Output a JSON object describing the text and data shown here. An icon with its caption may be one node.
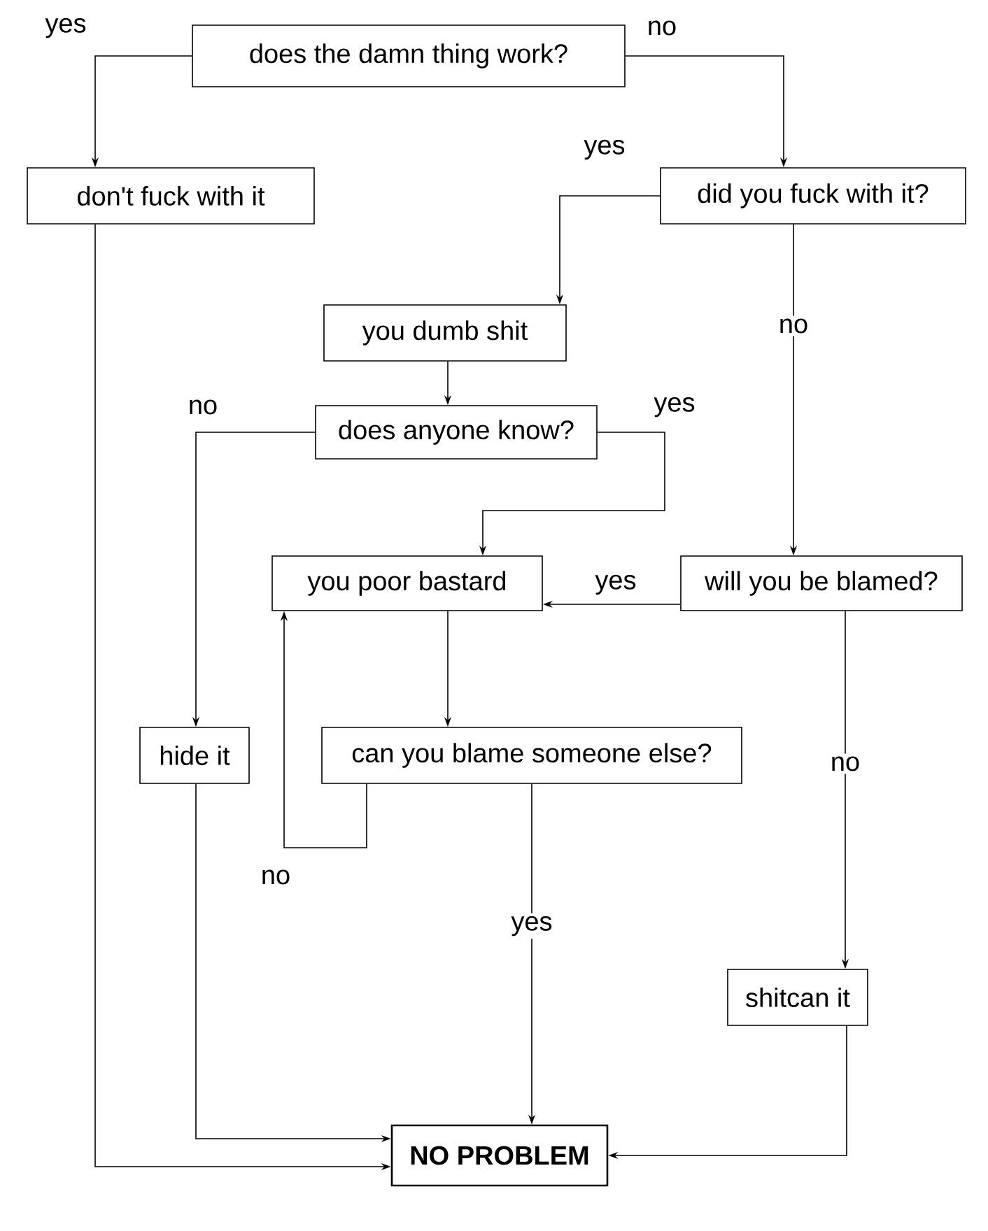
{
  "diagram": {
    "nodes": [
      {
        "text": [
          "does the damn thing work?"
        ]
      },
      {
        "text": [
          "don't fuck with it"
        ]
      },
      {
        "text": [
          "did you fuck with it?"
        ]
      },
      {
        "text": [
          "you dumb shit"
        ]
      },
      {
        "text": [
          "does anyone know?"
        ]
      },
      {
        "text": [
          "you poor bastard"
        ]
      },
      {
        "text": [
          "will you be blamed?"
        ]
      },
      {
        "text": [
          "hide it"
        ]
      },
      {
        "text": [
          "can you blame someone else?"
        ]
      },
      {
        "text": [
          "shitcan it"
        ]
      },
      {
        "text": [
          "NO PROBLEM"
        ]
      }
    ],
    "edges": [
      {
        "from": 0,
        "to": 1,
        "arrow": "to",
        "label": "yes"
      },
      {
        "from": 0,
        "to": 2,
        "arrow": "to",
        "label": "no"
      },
      {
        "from": 2,
        "to": 3,
        "arrow": "to",
        "label": "yes"
      },
      {
        "from": 2,
        "to": 6,
        "arrow": "to",
        "label": "no"
      },
      {
        "from": 3,
        "to": 4,
        "arrow": "to"
      },
      {
        "from": 4,
        "to": 7,
        "arrow": "to",
        "label": "no"
      },
      {
        "from": 4,
        "to": 5,
        "arrow": "to",
        "label": "yes"
      },
      {
        "from": 6,
        "to": 5,
        "arrow": "to",
        "label": "yes"
      },
      {
        "from": 5,
        "to": 8,
        "arrow": "to"
      },
      {
        "from": 8,
        "to": 5,
        "arrow": "to",
        "label": "no"
      },
      {
        "from": 8,
        "to": 10,
        "arrow": "to",
        "label": "yes"
      },
      {
        "from": 6,
        "to": 9,
        "arrow": "to",
        "label": "no"
      },
      {
        "from": 1,
        "to": 10,
        "arrow": "to"
      },
      {
        "from": 7,
        "to": 10,
        "arrow": "to"
      },
      {
        "from": 9,
        "to": 10,
        "arrow": "to"
      }
    ]
  }
}
